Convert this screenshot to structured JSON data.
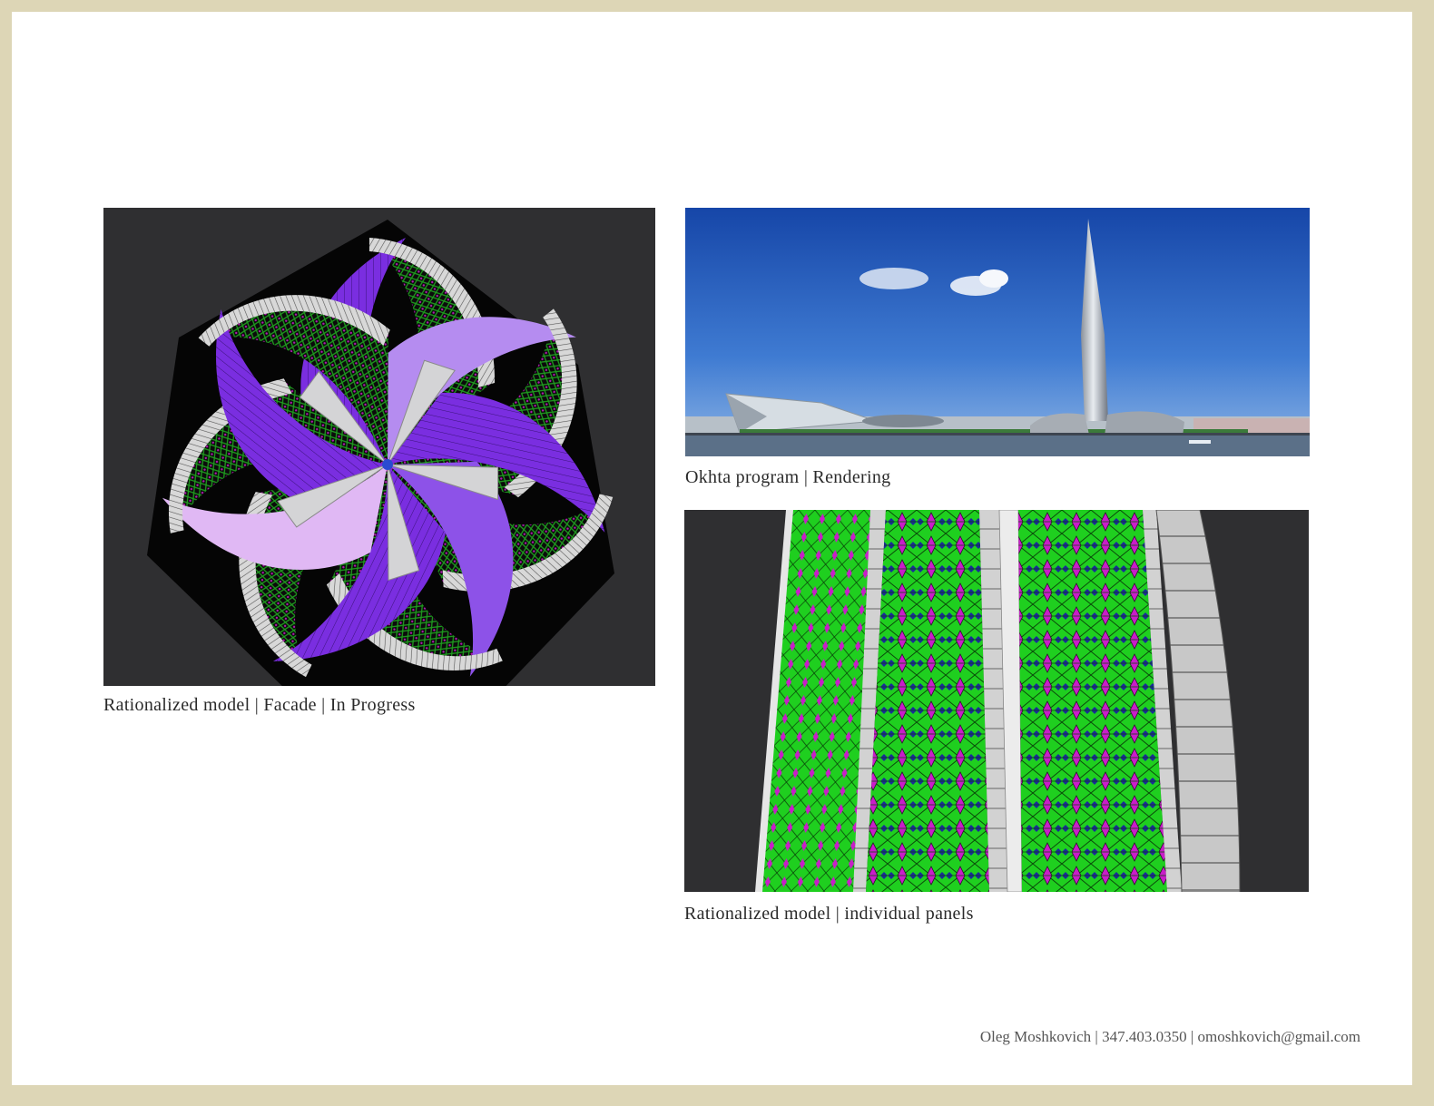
{
  "figures": {
    "facade": {
      "caption": "Rationalized model | Facade | In Progress"
    },
    "rendering": {
      "caption": "Okhta program | Rendering"
    },
    "panels": {
      "caption": "Rationalized model | individual panels"
    }
  },
  "footer": {
    "text": "Oleg Moshkovich | 347.403.0350 | omoshkovich@gmail.com"
  }
}
